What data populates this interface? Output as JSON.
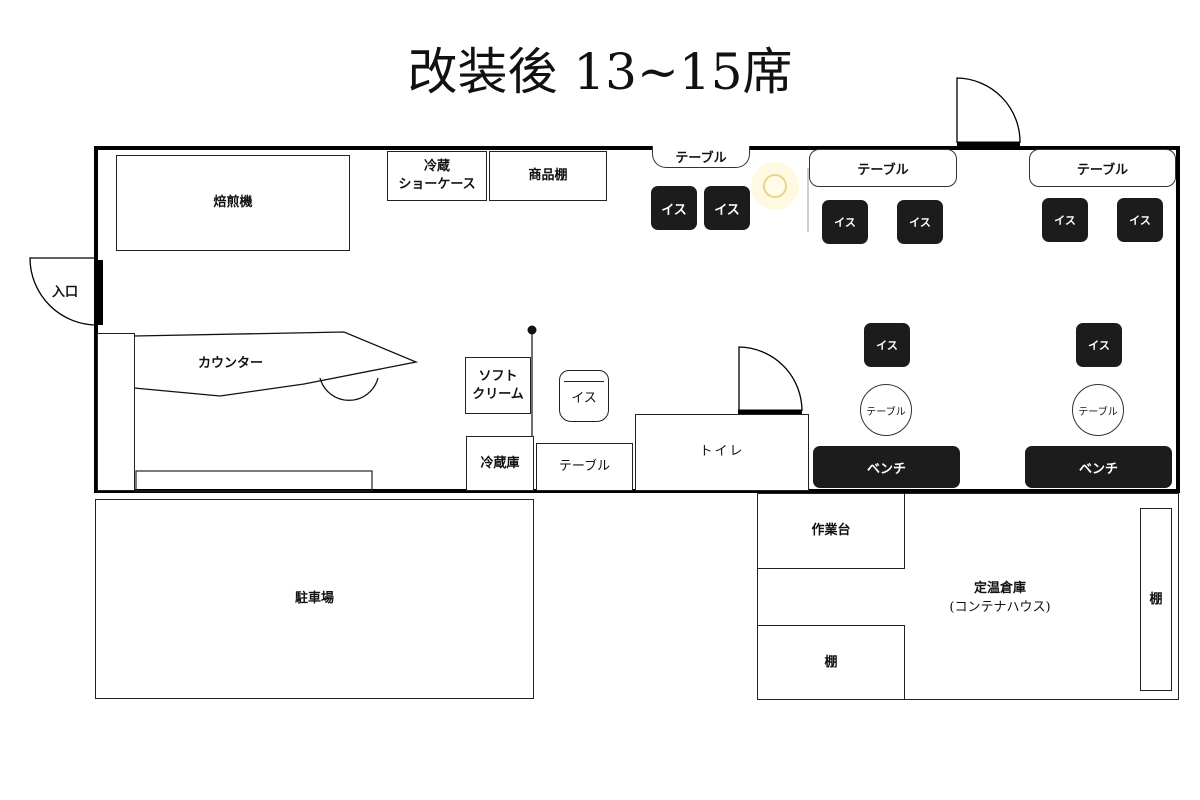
{
  "title": "改装後 13~15席",
  "rooms": {
    "roaster": "焙煎機",
    "showcase_line1": "冷蔵",
    "showcase_line2": "ショーケース",
    "shelf_goods": "商品棚",
    "entrance": "入口",
    "counter": "カウンター",
    "softcream_line1": "ソフト",
    "softcream_line2": "クリーム",
    "fridge": "冷蔵庫",
    "toilet": "トイレ",
    "parking": "駐車場",
    "workbench": "作業台",
    "warehouse_line1": "定温倉庫",
    "warehouse_line2": "(コンテナハウス)",
    "shelf_right": "棚",
    "shelf_bottom": "棚"
  },
  "furniture": {
    "table": "テーブル",
    "chair": "イス",
    "bench": "ベンチ"
  }
}
